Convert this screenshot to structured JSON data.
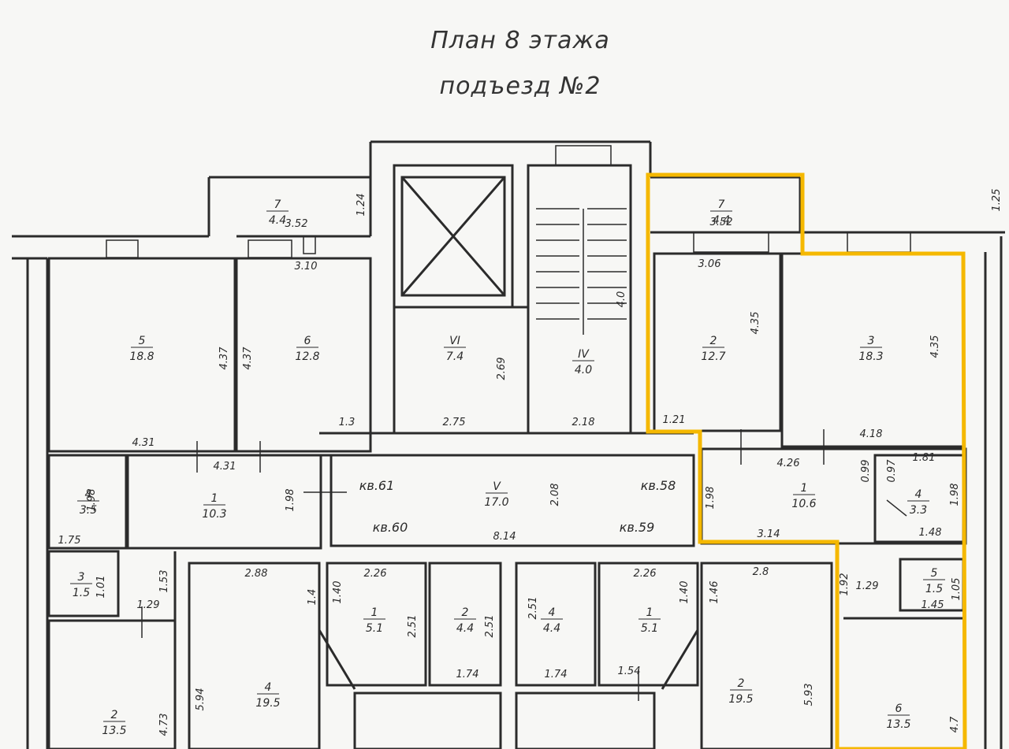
{
  "title": {
    "line1": "План 8 этажа",
    "line2": "подъезд №2"
  },
  "colors": {
    "wall": "#2b2b2b",
    "highlight": "#f5b800",
    "background": "#f7f7f5"
  },
  "rooms": [
    {
      "num": "7",
      "area": "4.4"
    },
    {
      "num": "5",
      "area": "18.8"
    },
    {
      "num": "6",
      "area": "12.8"
    },
    {
      "num": "VI",
      "area": "7.4"
    },
    {
      "num": "IV",
      "area": "4.0"
    },
    {
      "num": "7",
      "area": "4.4"
    },
    {
      "num": "2",
      "area": "12.7"
    },
    {
      "num": "3",
      "area": "18.3"
    },
    {
      "num": "4",
      "area": "3.5"
    },
    {
      "num": "1",
      "area": "10.3"
    },
    {
      "num": "V",
      "area": "17.0"
    },
    {
      "num": "1",
      "area": "10.6"
    },
    {
      "num": "4",
      "area": "3.3"
    },
    {
      "num": "3",
      "area": "1.5"
    },
    {
      "num": "1",
      "area": "5.1"
    },
    {
      "num": "2",
      "area": "4.4"
    },
    {
      "num": "4",
      "area": "4.4"
    },
    {
      "num": "1",
      "area": "5.1"
    },
    {
      "num": "5",
      "area": "1.5"
    },
    {
      "num": "4",
      "area": "19.5"
    },
    {
      "num": "2",
      "area": "19.5"
    },
    {
      "num": "2",
      "area": "13.5"
    },
    {
      "num": "6",
      "area": "13.5"
    }
  ],
  "dimensions": [
    "3.52",
    "1.24",
    "3.10",
    "4.37",
    "4.37",
    "2.69",
    "4.0",
    "4.31",
    "1.3",
    "2.75",
    "2.18",
    "3.52",
    "1.25",
    "3.06",
    "4.35",
    "4.35",
    "1.21",
    "4.18",
    "4.31",
    "1.98",
    "1.98",
    "2.08",
    "8.14",
    "1.98",
    "4.26",
    "0.99",
    "0.97",
    "1.81",
    "1.98",
    "3.14",
    "1.48",
    "1.75",
    "1.01",
    "1.53",
    "1.29",
    "2.88",
    "1.4",
    "1.40",
    "2.26",
    "2.51",
    "2.51",
    "2.51",
    "2.26",
    "1.40",
    "1.46",
    "2.8",
    "1.92",
    "1.29",
    "1.05",
    "1.45",
    "1.74",
    "1.74",
    "1.54",
    "5.94",
    "4.73",
    "5.93",
    "4.7"
  ],
  "vent_labels": [
    "кв.61",
    "кв.58",
    "кв.60",
    "кв.59"
  ]
}
